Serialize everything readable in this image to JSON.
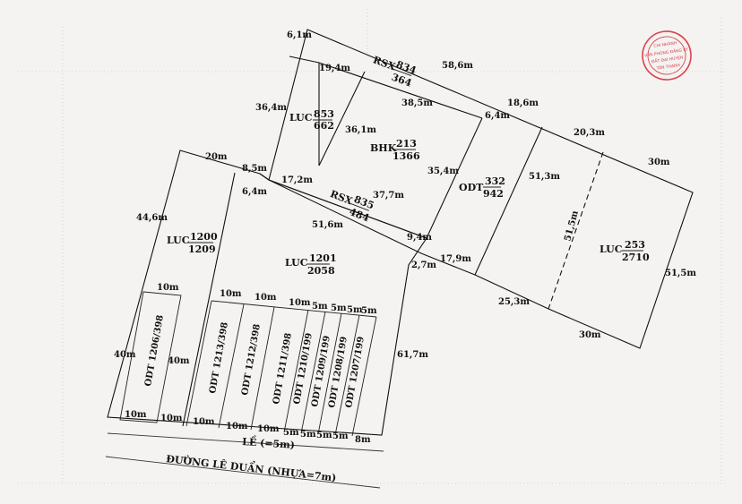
{
  "plots": {
    "rsx834": {
      "code": "RSX",
      "num": "834",
      "area": "364"
    },
    "luc853": {
      "code": "LUC",
      "num": "853",
      "area": "662"
    },
    "bhk213": {
      "code": "BHK",
      "num": "213",
      "area": "1366"
    },
    "rsx835": {
      "code": "RSX",
      "num": "835",
      "area": "484"
    },
    "odt332": {
      "code": "ODT",
      "num": "332",
      "area": "942"
    },
    "luc253": {
      "code": "LUC",
      "num": "253",
      "area": "2710"
    },
    "luc1200": {
      "code": "LUC",
      "num": "1200",
      "area": "1209"
    },
    "luc1201": {
      "code": "LUC",
      "num": "1201",
      "area": "2058"
    }
  },
  "subplots": [
    "ODT 1206/398",
    "ODT 1213/398",
    "ODT 1212/398",
    "ODT 1211/398",
    "ODT 1210/199",
    "ODT 1209/199",
    "ODT 1208/199",
    "ODT 1207/199"
  ],
  "dimensions": {
    "d1": "6,1m",
    "d2": "58,6m",
    "d3": "19,4m",
    "d4": "36,4m",
    "d5": "38,5m",
    "d6": "36,1m",
    "d7": "18,6m",
    "d8": "6,4m",
    "d9": "20,3m",
    "d10": "30m",
    "d11": "35,4m",
    "d12": "20m",
    "d13": "8,5m",
    "d14": "17,2m",
    "d15": "37,7m",
    "d16": "6,4m",
    "d17": "51,3m",
    "d18": "44,6m",
    "d19": "51,6m",
    "d20": "9,4m",
    "d21": "51,5m",
    "d22": "2,7m",
    "d23": "17,9m",
    "d24": "51,5m",
    "d25": "25,3m",
    "d26": "30m",
    "d27": "10m",
    "d28": "10m",
    "d29": "10m",
    "d30": "10m",
    "d31": "5m",
    "d32": "5m",
    "d33": "5m",
    "d34": "5m",
    "d35": "40m",
    "d36": "40m",
    "d37": "61,7m",
    "d38": "10m",
    "d39": "10m",
    "d40": "10m",
    "d41": "10m",
    "d42": "10m",
    "d43": "5m",
    "d44": "5m",
    "d45": "5m",
    "d46": "5m",
    "d47": "8m"
  },
  "roads": {
    "le": "LỀ (=5m)",
    "street": "ĐƯỜNG LÊ DUẨN (NHỰA=7m)"
  },
  "stamp": {
    "color": "#d9434f",
    "lines": [
      "CHI NHÁNH",
      "VĂN PHÒNG ĐĂNG KÝ",
      "ĐẤT ĐAI HUYỆN",
      "TÂN THẠNH"
    ]
  }
}
